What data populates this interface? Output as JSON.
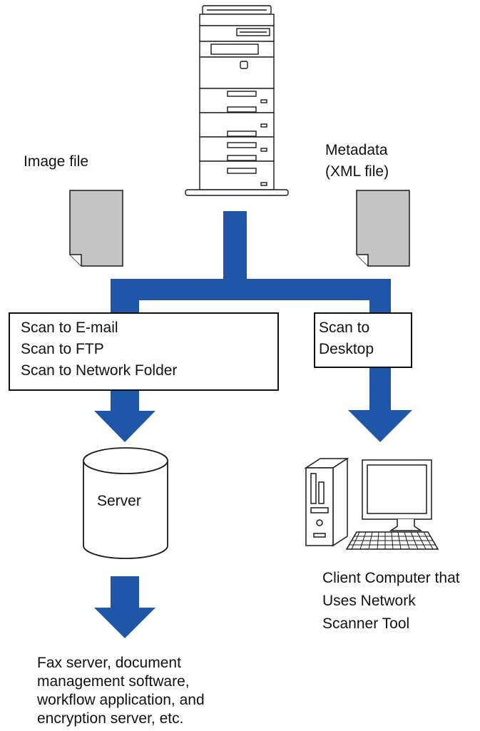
{
  "colors": {
    "flow_blue": "#1f56a8",
    "doc_gray": "#c5c5c5",
    "outline": "#1a1a1a"
  },
  "icons": {
    "printer": "multifunction-printer-icon",
    "document": "document-icon",
    "server": "server-cylinder-icon",
    "computer": "desktop-computer-icon"
  },
  "labels": {
    "image_file": "Image file",
    "metadata_line1": "Metadata",
    "metadata_line2": "(XML file)",
    "server": "Server"
  },
  "left_box": {
    "lines": [
      "Scan to E-mail",
      "Scan to FTP",
      "Scan to Network Folder"
    ]
  },
  "right_box": {
    "lines": [
      "Scan to",
      "Desktop"
    ]
  },
  "client_caption": {
    "lines": [
      "Client Computer that",
      "Uses Network",
      "Scanner Tool"
    ]
  },
  "bottom_caption": {
    "lines": [
      "Fax server, document",
      "management software,",
      "workflow application, and",
      "encryption server, etc."
    ]
  }
}
